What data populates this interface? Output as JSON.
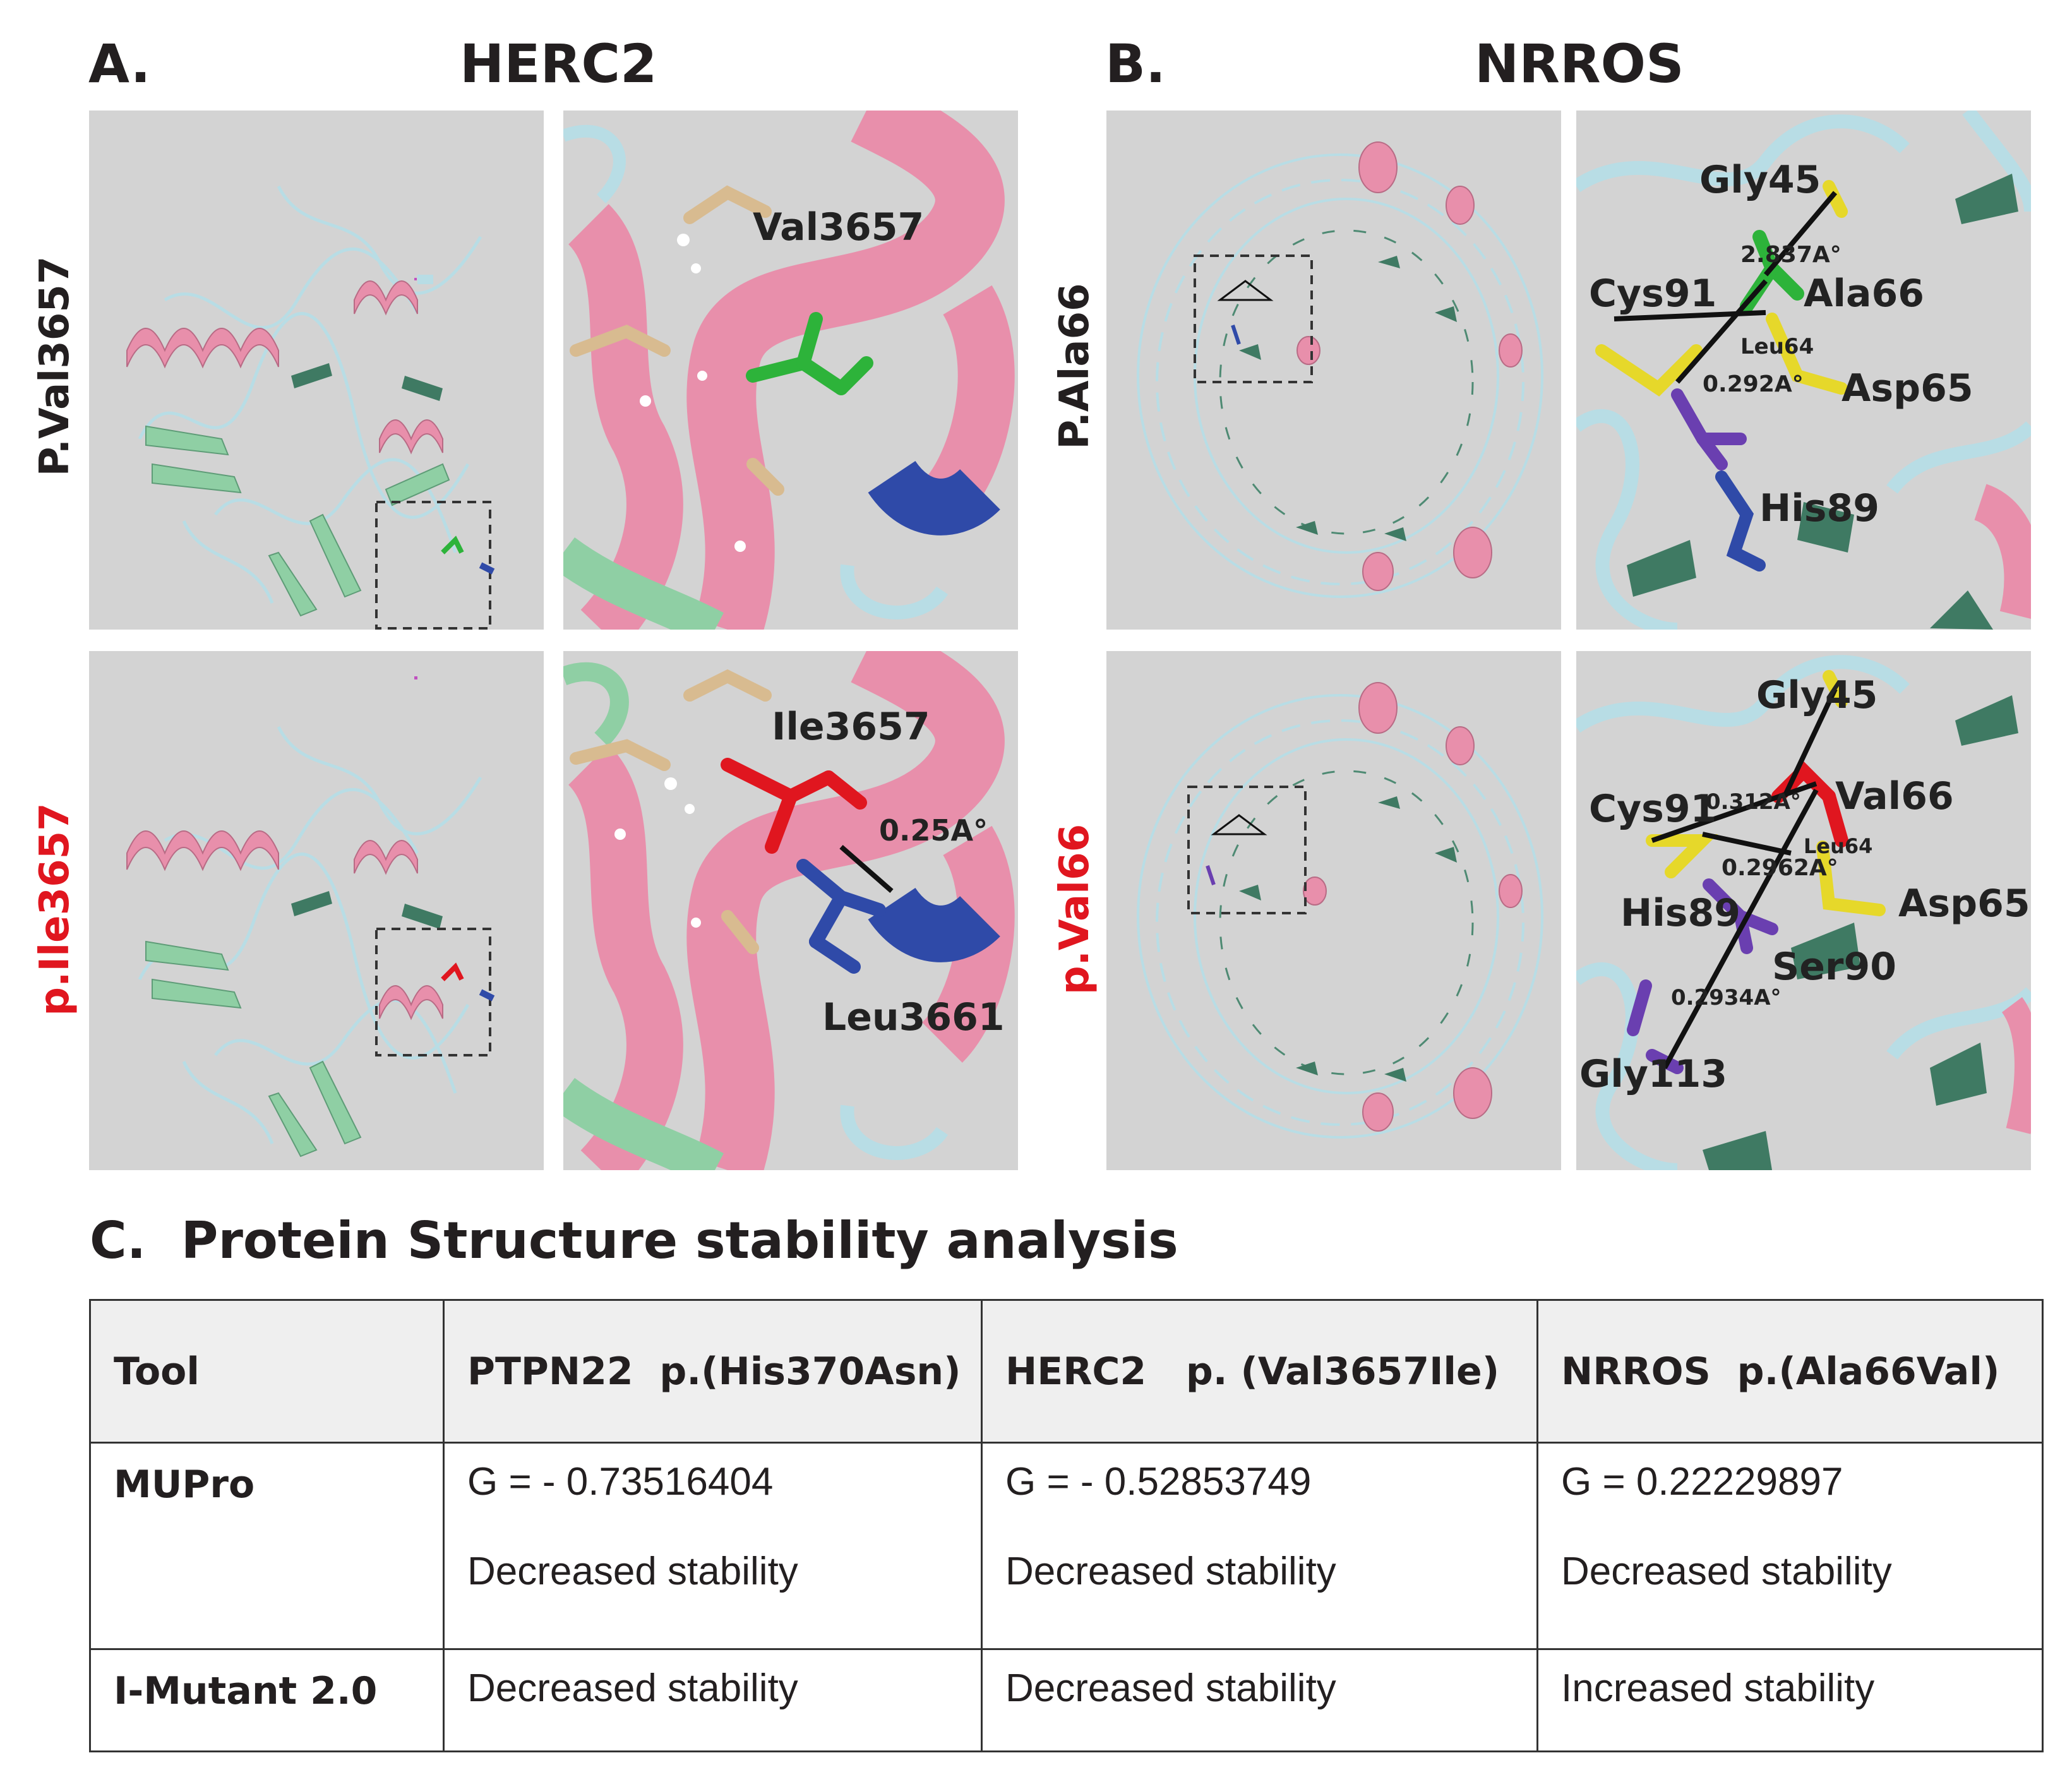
{
  "panelA": {
    "letter": "A.",
    "title": "HERC2",
    "row_labels": [
      "P.Val3657",
      "p.Ile3657"
    ],
    "zoom_top": {
      "residue": "Val3657"
    },
    "zoom_bottom": {
      "residue_mut": "Ile3657",
      "residue_neighbor": "Leu3661",
      "distance": "0.25A°"
    }
  },
  "panelB": {
    "letter": "B.",
    "title": "NRROS",
    "row_labels": [
      "P.Ala66",
      "p.Val66"
    ],
    "zoom_top": {
      "residues": [
        "Gly45",
        "Cys91",
        "Ala66",
        "Leu64",
        "Asp65",
        "His89"
      ],
      "distances": [
        "2.837A°",
        "0.292A°"
      ]
    },
    "zoom_bottom": {
      "residues": [
        "Gly45",
        "Cys91",
        "Val66",
        "Leu64",
        "Asp65",
        "His89",
        "Ser90",
        "Gly113"
      ],
      "distances": [
        "0.312A°",
        "0.2962A°",
        "0.2934A°"
      ]
    }
  },
  "panelC": {
    "heading": "C.  Protein Structure stability analysis",
    "table": {
      "headers": [
        "Tool",
        "PTPN22  p.(His370Asn)",
        "HERC2   p. (Val3657Ile)",
        "NRROS  p.(Ala66Val)"
      ],
      "rows": [
        {
          "tool": "MUPro",
          "cells": [
            [
              "G = - 0.73516404",
              "Decreased stability"
            ],
            [
              "G = - 0.52853749",
              "Decreased stability"
            ],
            [
              "G = 0.22229897",
              "Decreased stability"
            ]
          ]
        },
        {
          "tool": "I-Mutant 2.0",
          "cells": [
            [
              "Decreased stability"
            ],
            [
              "Decreased stability"
            ],
            [
              "Increased stability"
            ]
          ]
        }
      ]
    }
  },
  "colors": {
    "panel_bg": "#d3d3d3",
    "helix": "#e88fab",
    "sheet_light": "#8fcfa4",
    "sheet_dark": "#3f7a63",
    "coil": "#b8dde5",
    "wt_residue": "#2db33a",
    "mut_residue": "#e0161f",
    "neighbor_blue": "#2f4aa8",
    "yellow": "#e6d82a",
    "purple": "#6a3fb0",
    "mutant_label": "#e0161f"
  }
}
